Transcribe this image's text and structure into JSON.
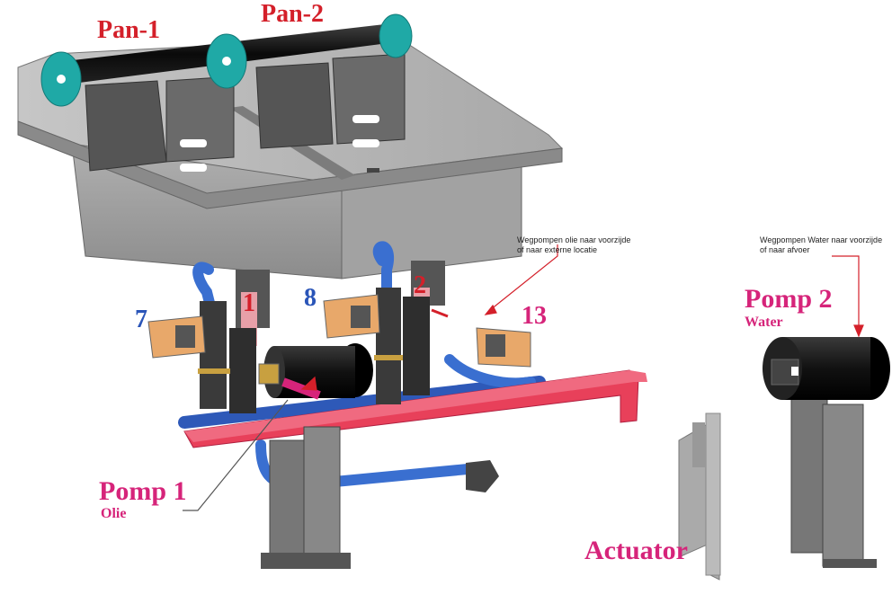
{
  "labels": {
    "pan1": "Pan-1",
    "pan2": "Pan-2",
    "num1": "1",
    "num2": "2",
    "num7": "7",
    "num8": "8",
    "num13": "13",
    "pomp1": "Pomp 1",
    "pomp1_sub": "Olie",
    "pomp2": "Pomp 2",
    "pomp2_sub": "Water",
    "actuator": "Actuator"
  },
  "notes": {
    "oil_line1": "Wegpompen olie naar voorzijde",
    "oil_line2": "of naar externe locatie",
    "water_line1": "Wegpompen Water naar voorzijde",
    "water_line2": "of naar afvoer"
  },
  "colors": {
    "label_red": "#d4202a",
    "label_pink": "#d6247a",
    "label_blue": "#2a55b8",
    "steel": "#9a9a9a",
    "manifold_red": "#e8405a",
    "pipe_blue": "#3a6fd0",
    "teal": "#1fa9a6"
  }
}
